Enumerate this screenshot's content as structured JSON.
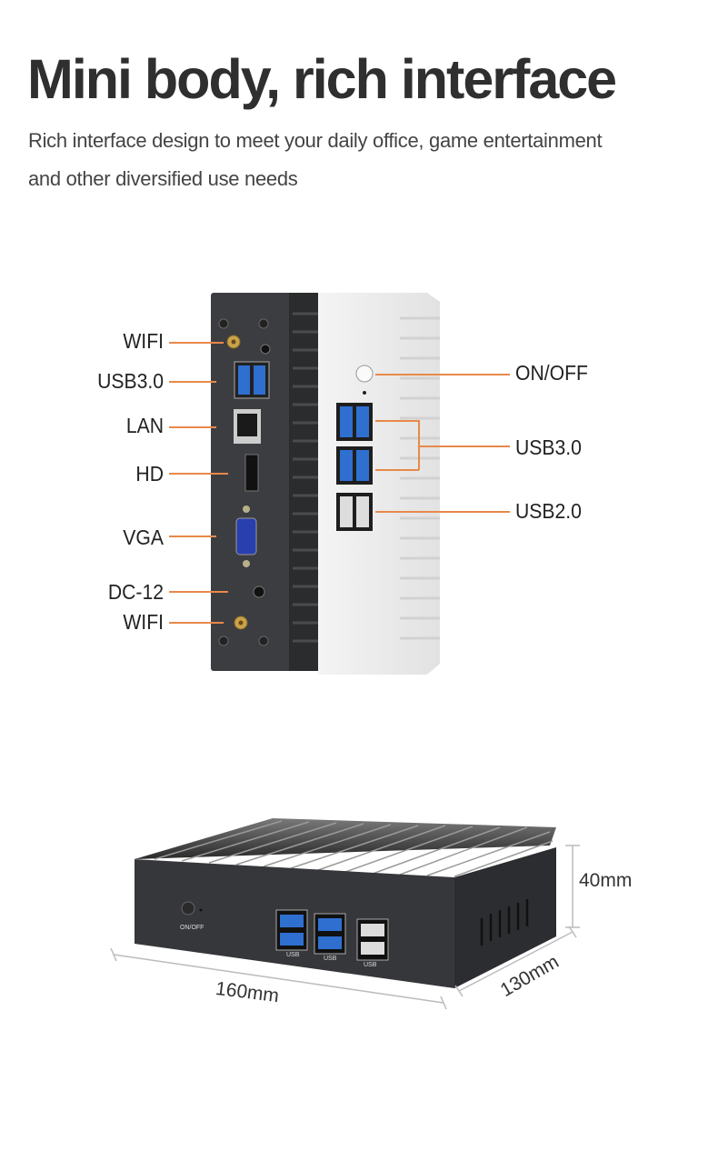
{
  "header": {
    "title": "Mini body, rich interface",
    "subtitle_line1": "Rich interface design to meet your daily office, game entertainment",
    "subtitle_line2": "and other diversified use needs"
  },
  "rear_panel_labels": [
    "WIFI",
    "USB3.0",
    "LAN",
    "HD",
    "VGA",
    "DC-12",
    "WIFI"
  ],
  "front_panel_labels": [
    "ON/OFF",
    "USB3.0",
    "USB2.0"
  ],
  "front_device_print": {
    "power": "ON/OFF",
    "usb": [
      "USB",
      "USB",
      "USB"
    ]
  },
  "dimensions": {
    "height": "40mm",
    "width": "160mm",
    "depth": "130mm"
  },
  "colors": {
    "callout": "#e8894a",
    "usb3_blue": "#2f6fd0",
    "device_dark": "#3a3b3e"
  }
}
